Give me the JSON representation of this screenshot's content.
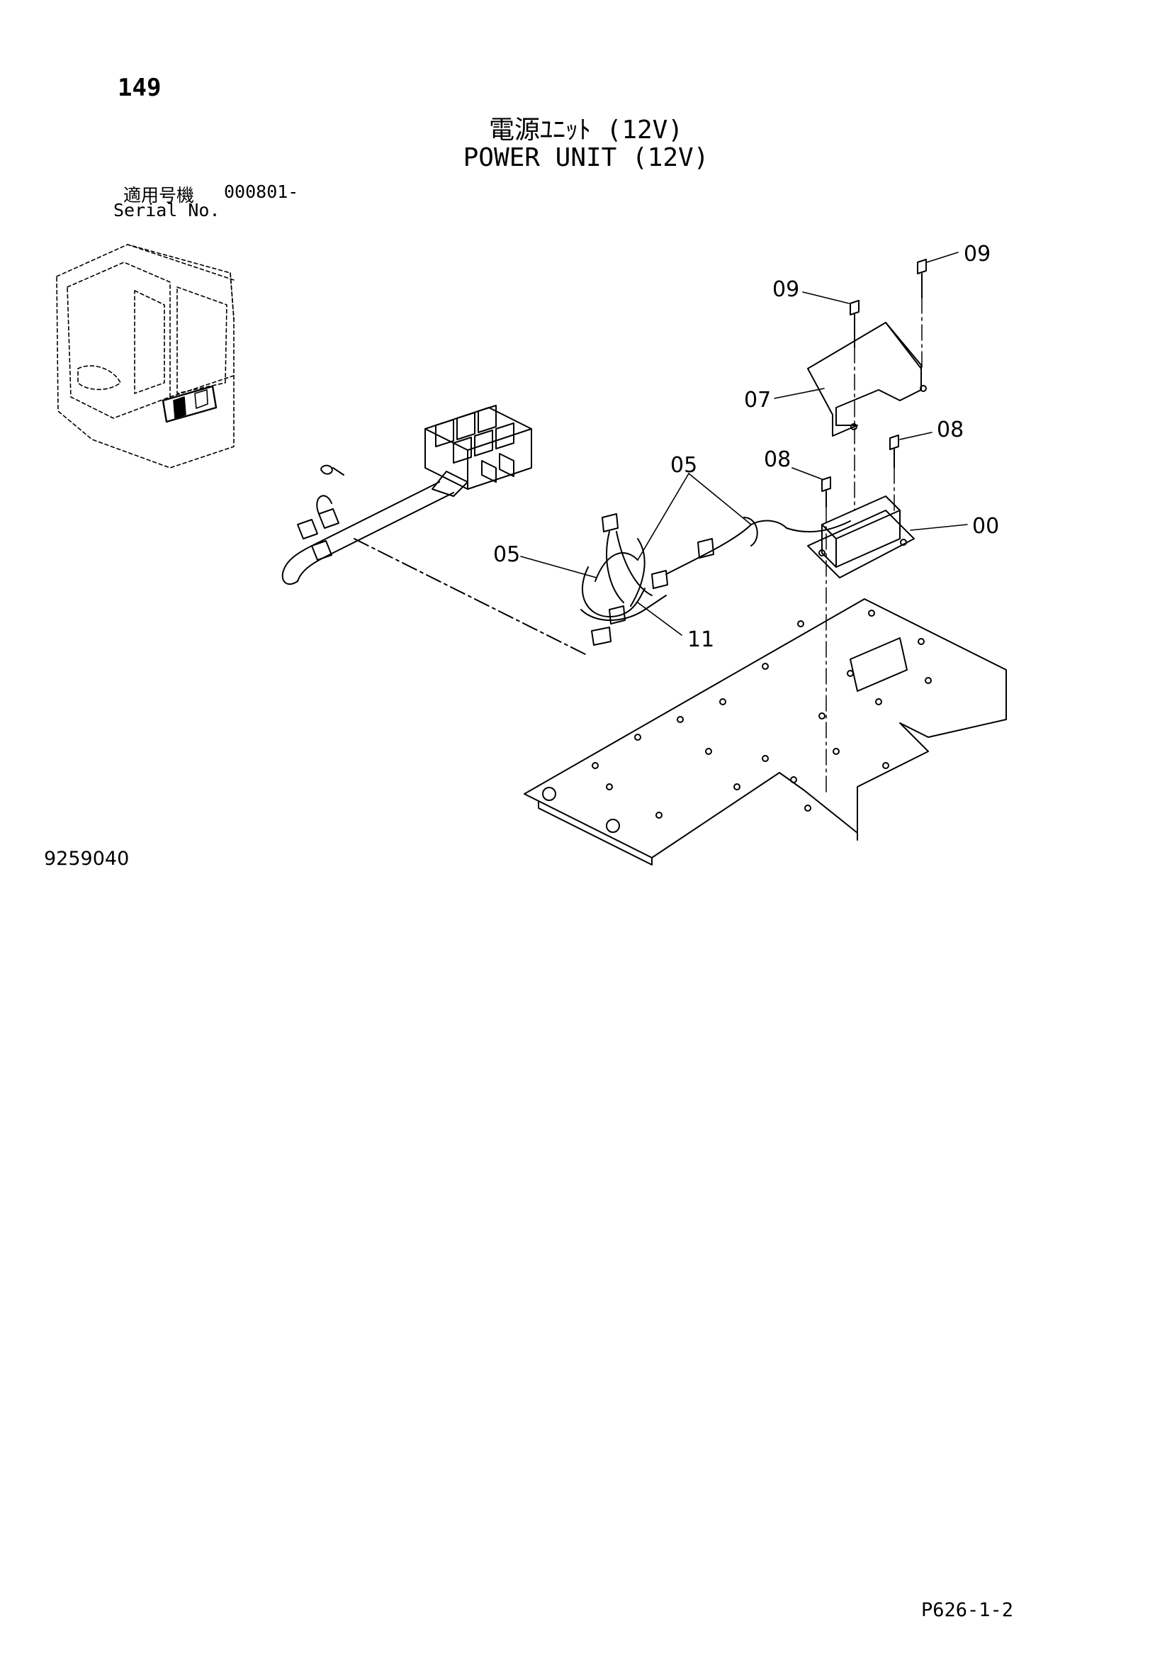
{
  "page_number": "149",
  "title_jp": "電源ﾕﾆｯﾄ (12V)",
  "title_en": "POWER UNIT (12V)",
  "serial": {
    "label_jp": "適用号機",
    "label_en": "Serial No.",
    "value": "000801-"
  },
  "callouts": {
    "c09a": "09",
    "c09b": "09",
    "c07": "07",
    "c08a": "08",
    "c08b": "08",
    "c05a": "05",
    "c05b": "05",
    "c00": "00",
    "c11": "11"
  },
  "figure_number": "9259040",
  "page_ref": "P626-1-2"
}
